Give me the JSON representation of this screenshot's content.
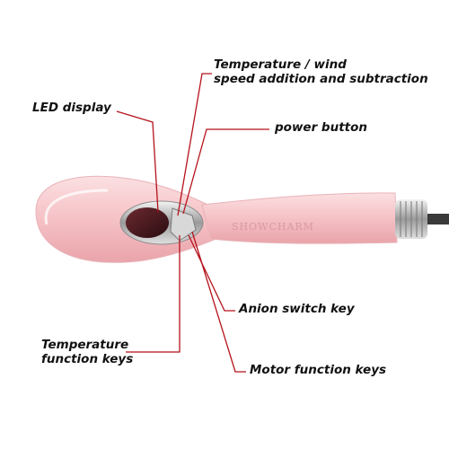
{
  "labels": {
    "temperature_wind": "Temperature / wind\nspeed addition and subtraction",
    "led_display": "LED display",
    "power_button": "power button",
    "anion_switch_key": "Anion switch key",
    "temperature_function_keys": "Temperature\nfunction keys",
    "motor_function_keys": "Motor function keys"
  },
  "product": {
    "brand": "SHOWCHARM",
    "body_color": "#f7c6c9",
    "accent_color": "#e9a9ae",
    "chrome_color": "#c9c9c9"
  },
  "line_color": "#b5121b"
}
